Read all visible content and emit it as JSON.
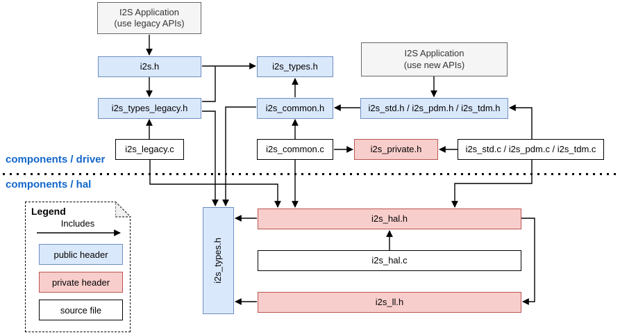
{
  "sections": {
    "driver": "components / driver",
    "hal": "components / hal"
  },
  "nodes": {
    "app_legacy": {
      "line1": "I2S Application",
      "line2": "(use legacy APIs)",
      "type": "application"
    },
    "i2s_h": {
      "label": "i2s.h",
      "type": "public header"
    },
    "i2s_types_legacy_h": {
      "label": "i2s_types_legacy.h",
      "type": "public header"
    },
    "i2s_legacy_c": {
      "label": "i2s_legacy.c",
      "type": "source file"
    },
    "i2s_types_h": {
      "label": "i2s_types.h",
      "type": "public header"
    },
    "i2s_common_h": {
      "label": "i2s_common.h",
      "type": "public header"
    },
    "i2s_common_c": {
      "label": "i2s_common.c",
      "type": "source file"
    },
    "app_new": {
      "line1": "I2S Application",
      "line2": "(use new APIs)",
      "type": "application"
    },
    "i2s_std_pdm_tdm_h": {
      "label": "i2s_std.h / i2s_pdm.h / i2s_tdm.h",
      "type": "public header"
    },
    "i2s_private_h": {
      "label": "i2s_private.h",
      "type": "private header"
    },
    "i2s_std_pdm_tdm_c": {
      "label": "i2s_std.c / i2s_pdm.c / i2s_tdm.c",
      "type": "source file"
    },
    "i2s_types_h_hal": {
      "label": "i2s_types.h",
      "type": "public header"
    },
    "i2s_hal_h": {
      "label": "i2s_hal.h",
      "type": "private header"
    },
    "i2s_hal_c": {
      "label": "i2s_hal.c",
      "type": "source file"
    },
    "i2s_ll_h": {
      "label": "i2s_ll.h",
      "type": "private header"
    }
  },
  "edges": [
    {
      "from": "I2S Application (use legacy APIs)",
      "to": "i2s.h"
    },
    {
      "from": "i2s.h",
      "to": "i2s_types_legacy.h"
    },
    {
      "from": "i2s_legacy.c",
      "to": "i2s_types_legacy.h"
    },
    {
      "from": "i2s.h",
      "to": "i2s_types.h"
    },
    {
      "from": "i2s_types_legacy.h",
      "to": "i2s_types.h"
    },
    {
      "from": "i2s_common.h",
      "to": "i2s_types.h"
    },
    {
      "from": "i2s_common.c",
      "to": "i2s_common.h"
    },
    {
      "from": "i2s_std.h / i2s_pdm.h / i2s_tdm.h",
      "to": "i2s_common.h"
    },
    {
      "from": "I2S Application (use new APIs)",
      "to": "i2s_std.h / i2s_pdm.h / i2s_tdm.h"
    },
    {
      "from": "i2s_std.c / i2s_pdm.c / i2s_tdm.c",
      "to": "i2s_std.h / i2s_pdm.h / i2s_tdm.h"
    },
    {
      "from": "i2s_common.c",
      "to": "i2s_private.h"
    },
    {
      "from": "i2s_std.c / i2s_pdm.c / i2s_tdm.c",
      "to": "i2s_private.h"
    },
    {
      "from": "i2s_types_legacy.h",
      "to": "i2s_types.h (hal)"
    },
    {
      "from": "i2s_common.h",
      "to": "i2s_types.h (hal)"
    },
    {
      "from": "i2s_legacy.c",
      "to": "i2s_hal.h"
    },
    {
      "from": "i2s_common.c",
      "to": "i2s_hal.h"
    },
    {
      "from": "i2s_std.c / i2s_pdm.c / i2s_tdm.c",
      "to": "i2s_hal.h"
    },
    {
      "from": "i2s_hal.c",
      "to": "i2s_hal.h"
    },
    {
      "from": "i2s_hal.h",
      "to": "i2s_types.h (hal)"
    },
    {
      "from": "i2s_ll.h",
      "to": "i2s_types.h (hal)"
    },
    {
      "from": "i2s_hal.h",
      "to": "i2s_ll.h"
    }
  ],
  "legend": {
    "title": "Legend",
    "includes_label": "Includes",
    "public_header": "public header",
    "private_header": "private header",
    "source_file": "source file"
  },
  "colors": {
    "public_header_fill": "#dae8fc",
    "public_header_stroke": "#6c8ebf",
    "private_header_fill": "#f8cecc",
    "private_header_stroke": "#b85450",
    "source_fill": "#ffffff",
    "source_stroke": "#000000",
    "application_fill": "#f5f5f5",
    "application_stroke": "#666666",
    "section_label": "#1266cb",
    "arrow": "#000000"
  }
}
